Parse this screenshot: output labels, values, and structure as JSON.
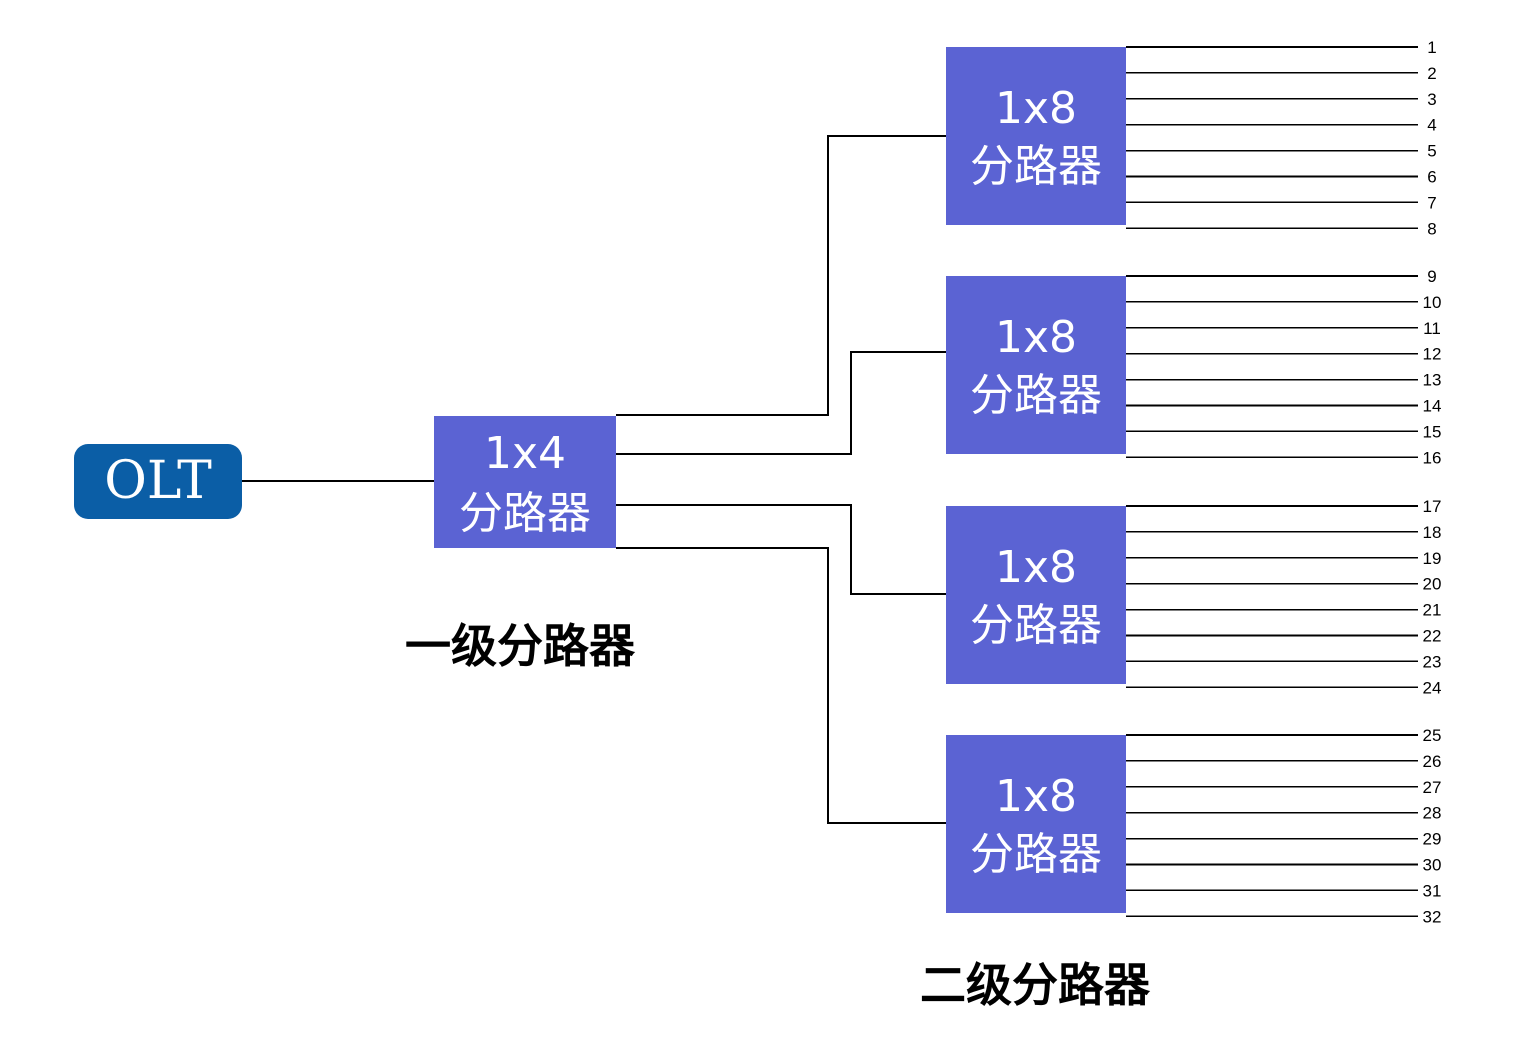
{
  "colors": {
    "olt_fill": "#0b5ea6",
    "splitter_fill": "#5b63d3",
    "line": "#000000",
    "background": "#ffffff"
  },
  "olt": {
    "label": "OLT"
  },
  "level1": {
    "splitter": {
      "ratio": "1x4",
      "name": "分路器"
    },
    "caption": "一级分路器"
  },
  "level2": {
    "caption": "二级分路器",
    "splitters": [
      {
        "ratio": "1x8",
        "name": "分路器",
        "ports": [
          "1",
          "2",
          "3",
          "4",
          "5",
          "6",
          "7",
          "8"
        ]
      },
      {
        "ratio": "1x8",
        "name": "分路器",
        "ports": [
          "9",
          "10",
          "11",
          "12",
          "13",
          "14",
          "15",
          "16"
        ]
      },
      {
        "ratio": "1x8",
        "name": "分路器",
        "ports": [
          "17",
          "18",
          "19",
          "20",
          "21",
          "22",
          "23",
          "24"
        ]
      },
      {
        "ratio": "1x8",
        "name": "分路器",
        "ports": [
          "25",
          "26",
          "27",
          "28",
          "29",
          "30",
          "31",
          "32"
        ]
      }
    ]
  }
}
